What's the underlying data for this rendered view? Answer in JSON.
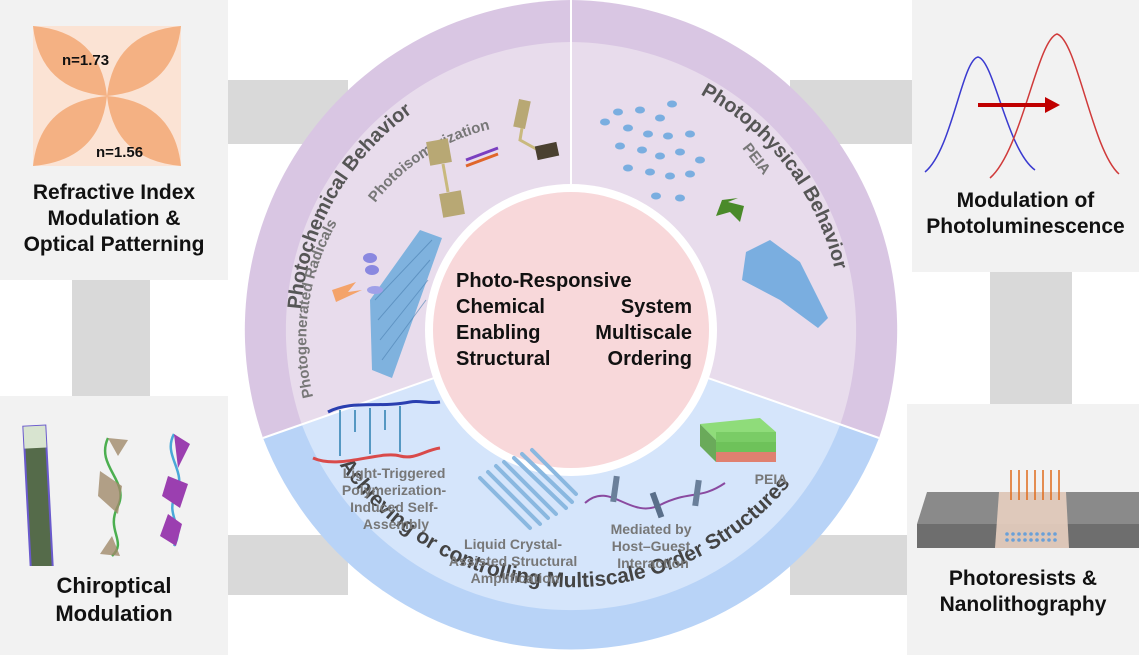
{
  "colors": {
    "outer_ring_purple": "#d9c6e3",
    "inner_sector_purple": "#e8dcec",
    "outer_ring_blue": "#b8d3f7",
    "inner_sector_blue": "#d5e5fb",
    "center_pink": "#f8d8da",
    "panel_bg": "#f2f2f2",
    "connector_gray": "#d9d9d9",
    "petal_orange": "#f4b183",
    "petal_bg": "#fbe3d4"
  },
  "center": {
    "lines": [
      "Photo-Responsive",
      "Chemical System",
      "Enabling Multiscale",
      "Structural Ordering"
    ]
  },
  "ring": {
    "photochemical": {
      "title": "Photochemical Behavior",
      "sub_labels": [
        "Photoisomerization",
        "Photogenerated Radicals"
      ]
    },
    "photophysical": {
      "title": "Photophysical Behavior",
      "sub_labels": [
        "PEIA"
      ]
    },
    "multiscale": {
      "title": "Achieving or controlling Multiscale Order Structures",
      "sub_labels": [
        [
          "Light-Triggered",
          "Polymerization-",
          "Induced Self-",
          "Assembly"
        ],
        [
          "Liquid Crystal-",
          "Assisted Structural",
          "Amplification"
        ],
        [
          "Mediated by",
          "Host–Guest",
          "Interaction"
        ],
        [
          "PEIA"
        ]
      ]
    }
  },
  "panels": {
    "refractive": {
      "title_lines": [
        "Refractive Index",
        "Modulation &",
        "Optical Patterning"
      ],
      "n_high": "n=1.73",
      "n_low": "n=1.56"
    },
    "chiroptical": {
      "title_lines": [
        "Chiroptical",
        "Modulation"
      ]
    },
    "photoluminescence": {
      "title_lines": [
        "Modulation of",
        "Photoluminescence"
      ]
    },
    "photoresist": {
      "title_lines": [
        "Photoresists &",
        "Nanolithography"
      ]
    }
  }
}
